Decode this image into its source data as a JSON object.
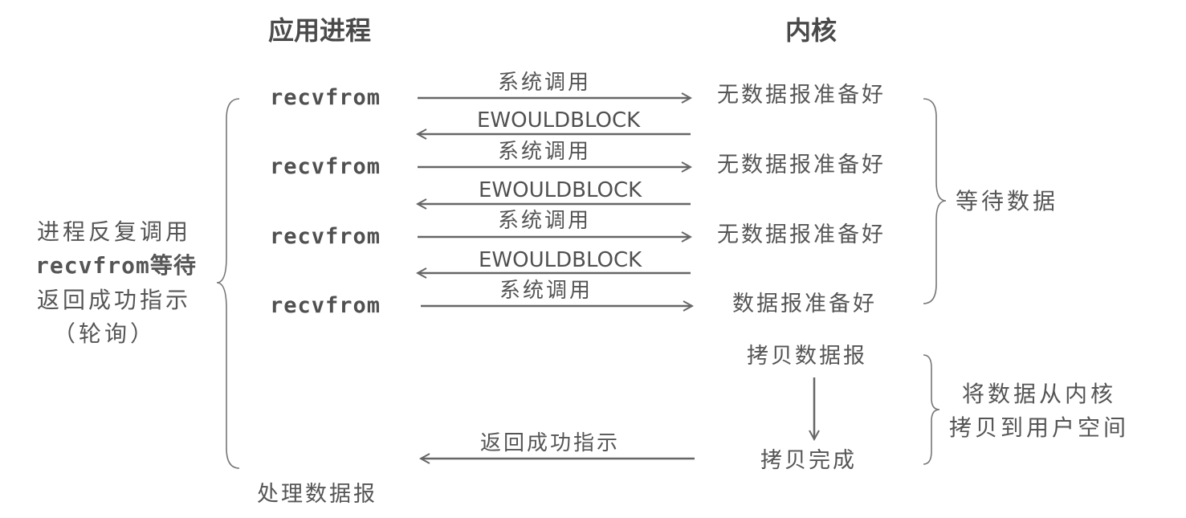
{
  "headers": {
    "app_process": "应用进程",
    "kernel": "内核"
  },
  "rows": [
    {
      "call": "recvfrom",
      "syscall_label": "系统调用",
      "kernel_status": "无数据报准备好",
      "return_label": "EWOULDBLOCK"
    },
    {
      "call": "recvfrom",
      "syscall_label": "系统调用",
      "kernel_status": "无数据报准备好",
      "return_label": "EWOULDBLOCK"
    },
    {
      "call": "recvfrom",
      "syscall_label": "系统调用",
      "kernel_status": "无数据报准备好",
      "return_label": "EWOULDBLOCK"
    },
    {
      "call": "recvfrom",
      "syscall_label": "系统调用",
      "kernel_status": "数据报准备好"
    }
  ],
  "copy": {
    "start": "拷贝数据报",
    "done": "拷贝完成",
    "return_label": "返回成功指示"
  },
  "left_brace_text": [
    "进程反复调用",
    "recvfrom等待",
    "返回成功指示",
    "（轮询）"
  ],
  "right_brace_wait": "等待数据",
  "right_brace_copy": [
    "将数据从内核",
    "拷贝到用户空间"
  ],
  "process_data": "处理数据报"
}
